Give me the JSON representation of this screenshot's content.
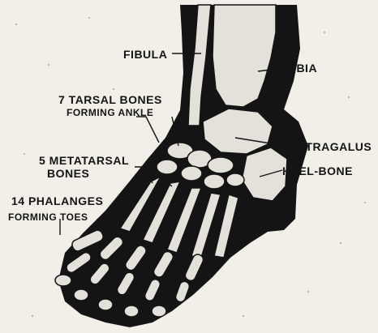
{
  "labels": {
    "fibula": "FIBULA",
    "tibia": "TIBIA",
    "tarsal_line1": "7 TARSAL BONES",
    "tarsal_line2": "FORMING ANKLE",
    "astragalus": "ASTRAGALUS",
    "metatarsal_line1": "5 METATARSAL",
    "metatarsal_line2": "BONES",
    "heel_bone": "HEEL-BONE",
    "phalanges_line1": "14 PHALANGES",
    "phalanges_line2": "FORMING TOES"
  },
  "colors": {
    "paper": "#f1efe8",
    "ink": "#141414",
    "bone": "#e3e1d9"
  }
}
